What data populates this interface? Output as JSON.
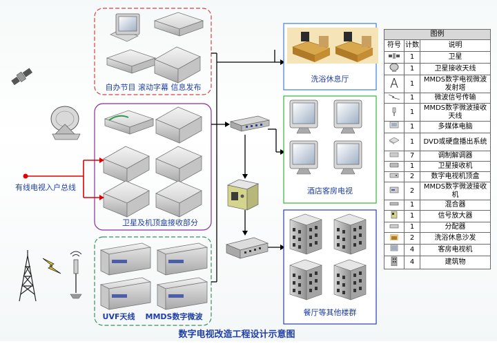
{
  "labels": {
    "group1": "自办节目  滚动字幕  信息发布",
    "group2": "卫星及机顶盒接收部分",
    "group3_left": "UVF天线",
    "group3_right": "MMDS数字微波",
    "cable_input": "有线电视入户总线",
    "zone_bath": "洗浴休息厅",
    "zone_hotel": "酒店客房电视",
    "zone_dining": "餐厅等其他楼群",
    "caption": "数字电视改造工程设计示意图"
  },
  "legend": {
    "title": "图例",
    "headers": {
      "symbol": "符号",
      "count": "计数",
      "desc": "说明"
    },
    "rows": [
      {
        "icon": "satellite-icon",
        "count": "1",
        "desc": "卫星"
      },
      {
        "icon": "satellite-dish-icon",
        "count": "1",
        "desc": "卫星接收天线"
      },
      {
        "icon": "mmds-tower-icon",
        "count": "1",
        "desc": "MMDS数字电视微波发射塔"
      },
      {
        "icon": "microwave-signal-icon",
        "count": "1",
        "desc": "微波信号传输"
      },
      {
        "icon": "mmds-antenna-icon",
        "count": "1",
        "desc": "MMDS数字微波接收天线"
      },
      {
        "icon": "multimedia-pc-icon",
        "count": "1",
        "desc": "多媒体电脑"
      },
      {
        "icon": "dvd-player-icon",
        "count": "1",
        "desc": "DVD或硬盘播出系统"
      },
      {
        "icon": "modulator-icon",
        "count": "7",
        "desc": "调制解调器"
      },
      {
        "icon": "satellite-receiver-icon",
        "count": "1",
        "desc": "卫星接收机"
      },
      {
        "icon": "set-top-box-icon",
        "count": "2",
        "desc": "数字电视机顶盒"
      },
      {
        "icon": "mmds-receiver-icon",
        "count": "2",
        "desc": "MMDS数字微波接收机"
      },
      {
        "icon": "mixer-icon",
        "count": "1",
        "desc": "混合器"
      },
      {
        "icon": "amplifier-icon",
        "count": "1",
        "desc": "信号放大器"
      },
      {
        "icon": "splitter-icon",
        "count": "1",
        "desc": "分配器"
      },
      {
        "icon": "sofa-icon",
        "count": "2",
        "desc": "洗浴休息沙发"
      },
      {
        "icon": "tv-icon",
        "count": "4",
        "desc": "客房电视机"
      },
      {
        "icon": "building-icon",
        "count": "4",
        "desc": "建筑物"
      }
    ]
  },
  "colors": {
    "group1_border": "#d9403f",
    "group2_border": "#8a2c9c",
    "group3_border": "#3a8f5a",
    "bath_border": "#3d7fd6",
    "hotel_border": "#35b535",
    "dining_border": "#2a3cb0",
    "cable_red": "#e00000",
    "line": "#000000"
  }
}
